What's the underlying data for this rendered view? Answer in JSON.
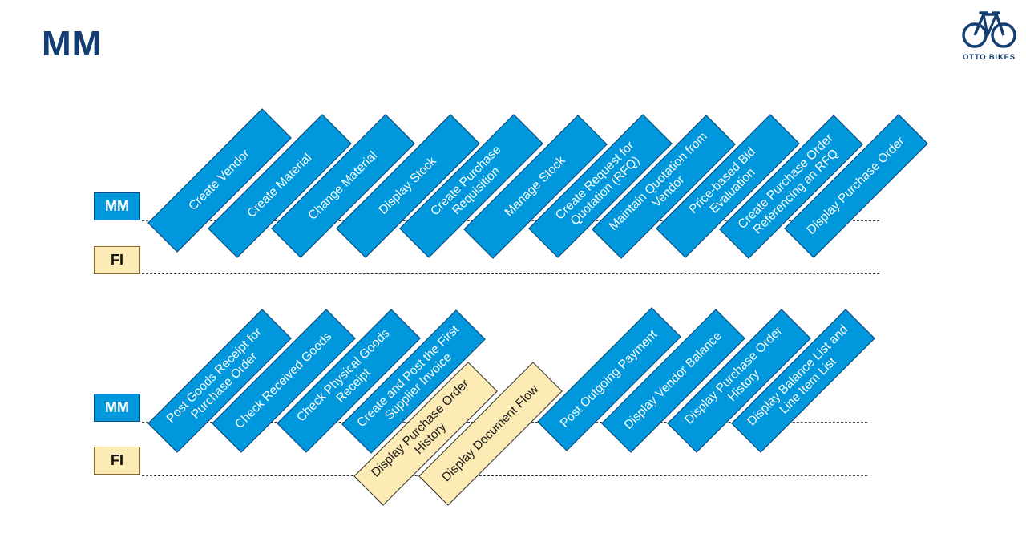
{
  "header": {
    "title": "MM"
  },
  "logo": {
    "text": "OTTO BIKES"
  },
  "lanes": {
    "mm": "MM",
    "fi": "FI"
  },
  "colors": {
    "mm": "#0097dc",
    "fi": "#fdebb5",
    "title": "#123e73"
  },
  "row1": {
    "steps": [
      {
        "label": "Create Vendor",
        "lane": "MM"
      },
      {
        "label": "Create Material",
        "lane": "MM"
      },
      {
        "label": "Change Material",
        "lane": "MM"
      },
      {
        "label": "Display Stock",
        "lane": "MM"
      },
      {
        "label": "Create Purchase Requisition",
        "lane": "MM"
      },
      {
        "label": "Manage Stock",
        "lane": "MM"
      },
      {
        "label": "Create Request for Quotation (RFQ)",
        "lane": "MM"
      },
      {
        "label": "Maintain Quotation from Vendor",
        "lane": "MM"
      },
      {
        "label": "Price-based Bid Evaluation",
        "lane": "MM"
      },
      {
        "label": "Create Purchase Order Referencing an RFQ",
        "lane": "MM"
      },
      {
        "label": "Display Purchase Order",
        "lane": "MM"
      }
    ]
  },
  "row2": {
    "steps": [
      {
        "label": "Post Goods Receipt for Purchase Order",
        "lane": "MM"
      },
      {
        "label": "Check Received Goods",
        "lane": "MM"
      },
      {
        "label": "Check Physical Goods Receipt",
        "lane": "MM"
      },
      {
        "label": "Create and Post the First Supplier Invoice",
        "lane": "MM"
      },
      {
        "label": "Display Purchase Order History",
        "lane": "FI"
      },
      {
        "label": "Display Document Flow",
        "lane": "FI"
      },
      {
        "label": "Post Outgoing Payment",
        "lane": "MM"
      },
      {
        "label": "Display Vendor Balance",
        "lane": "MM"
      },
      {
        "label": "Display Purchase Order History",
        "lane": "MM"
      },
      {
        "label": "Display Balance List and Line Item List",
        "lane": "MM"
      }
    ]
  }
}
